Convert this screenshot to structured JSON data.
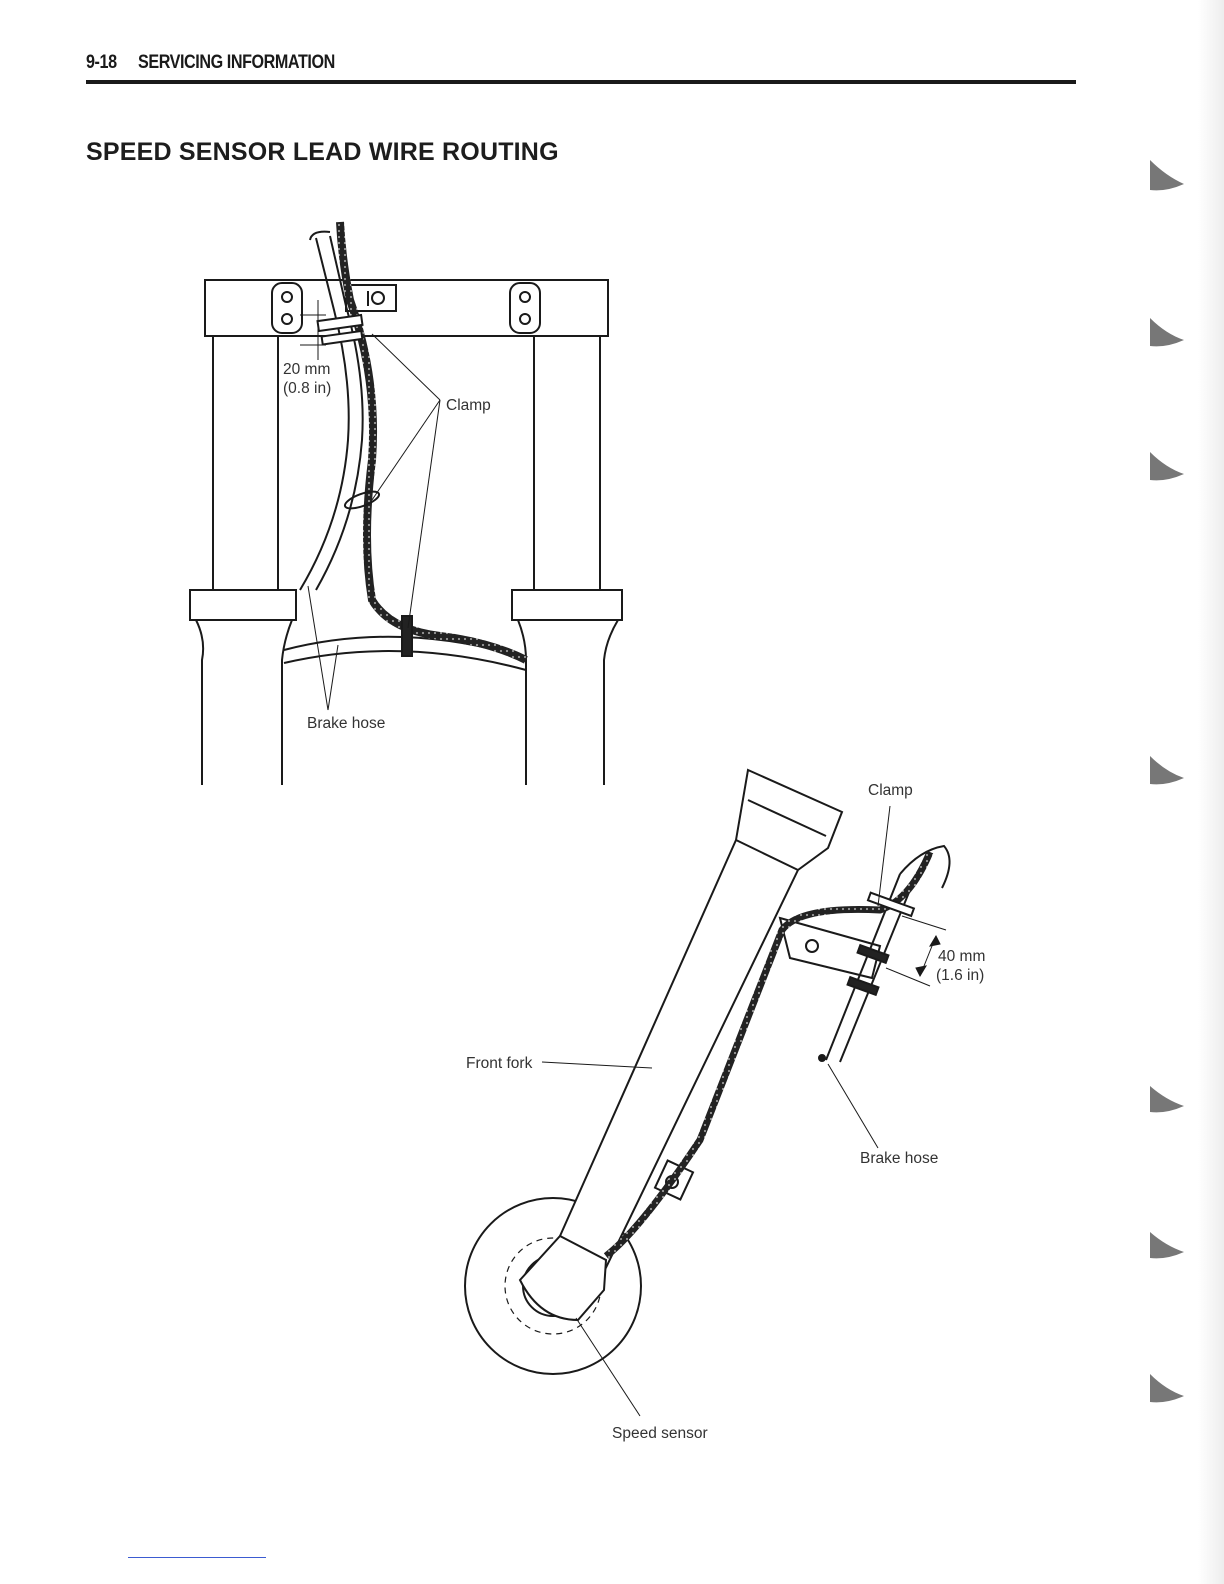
{
  "header": {
    "page_number": "9-18",
    "section": "SERVICING INFORMATION"
  },
  "title": "SPEED SENSOR LEAD WIRE ROUTING",
  "top_view": {
    "dimension_mm": "20 mm",
    "dimension_in": "(0.8 in)",
    "clamp_label": "Clamp",
    "brake_hose_label": "Brake hose"
  },
  "side_view": {
    "clamp_label": "Clamp",
    "dimension_mm": "40 mm",
    "dimension_in": "(1.6 in)",
    "front_fork_label": "Front fork",
    "brake_hose_label": "Brake hose",
    "speed_sensor_label": "Speed sensor"
  },
  "colors": {
    "ink": "#1a1a1a",
    "footer_rule": "#3b5bd1"
  }
}
